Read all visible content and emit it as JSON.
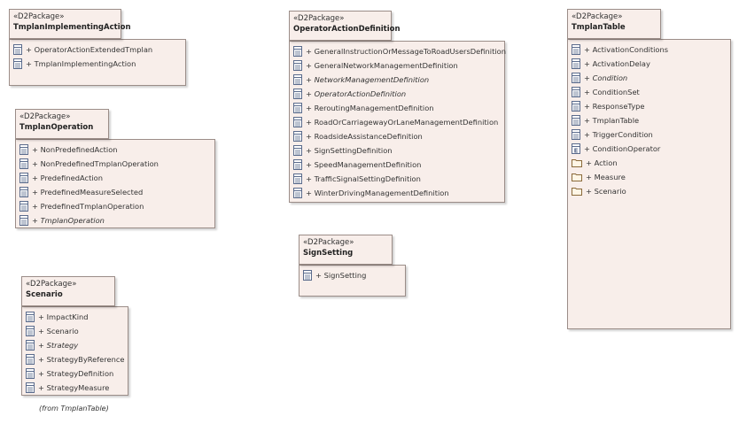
{
  "packages": [
    {
      "id": "tmplan-implementing-action",
      "stereotype": "«D2Package»",
      "name": "TmplanImplementingAction",
      "items": [
        {
          "label": "+ OperatorActionExtendedTmplan",
          "icon": "class-icon",
          "italic": false
        },
        {
          "label": "+ TmplanImplementingAction",
          "icon": "class-icon",
          "italic": false
        }
      ]
    },
    {
      "id": "tmplan-operation",
      "stereotype": "«D2Package»",
      "name": "TmplanOperation",
      "items": [
        {
          "label": "+ NonPredefinedAction",
          "icon": "class-icon",
          "italic": false
        },
        {
          "label": "+ NonPredefinedTmplanOperation",
          "icon": "class-icon",
          "italic": false
        },
        {
          "label": "+ PredefinedAction",
          "icon": "class-icon",
          "italic": false
        },
        {
          "label": "+ PredefinedMeasureSelected",
          "icon": "class-icon",
          "italic": false
        },
        {
          "label": "+ PredefinedTmplanOperation",
          "icon": "class-icon",
          "italic": false
        },
        {
          "label": "+ TmplanOperation",
          "icon": "class-icon",
          "italic": true
        }
      ]
    },
    {
      "id": "scenario",
      "stereotype": "«D2Package»",
      "name": "Scenario",
      "items": [
        {
          "label": "+ ImpactKind",
          "icon": "class-icon",
          "italic": false
        },
        {
          "label": "+ Scenario",
          "icon": "class-icon",
          "italic": false
        },
        {
          "label": "+ Strategy",
          "icon": "class-icon",
          "italic": true
        },
        {
          "label": "+ StrategyByReference",
          "icon": "class-icon",
          "italic": false
        },
        {
          "label": "+ StrategyDefinition",
          "icon": "class-icon",
          "italic": false
        },
        {
          "label": "+ StrategyMeasure",
          "icon": "class-icon",
          "italic": false
        }
      ],
      "note": "(from TmplanTable)"
    },
    {
      "id": "operator-action-definition",
      "stereotype": "«D2Package»",
      "name": "OperatorActionDefinition",
      "items": [
        {
          "label": "+ GeneralInstructionOrMessageToRoadUsersDefinition",
          "icon": "class-icon",
          "italic": false
        },
        {
          "label": "+ GeneralNetworkManagementDefinition",
          "icon": "class-icon",
          "italic": false
        },
        {
          "label": "+ NetworkManagementDefinition",
          "icon": "class-icon",
          "italic": true
        },
        {
          "label": "+ OperatorActionDefinition",
          "icon": "class-icon",
          "italic": true
        },
        {
          "label": "+ ReroutingManagementDefinition",
          "icon": "class-icon",
          "italic": false
        },
        {
          "label": "+ RoadOrCarriagewayOrLaneManagementDefinition",
          "icon": "class-icon",
          "italic": false
        },
        {
          "label": "+ RoadsideAssistanceDefinition",
          "icon": "class-icon",
          "italic": false
        },
        {
          "label": "+ SignSettingDefinition",
          "icon": "class-icon",
          "italic": false
        },
        {
          "label": "+ SpeedManagementDefinition",
          "icon": "class-icon",
          "italic": false
        },
        {
          "label": "+ TrafficSignalSettingDefinition",
          "icon": "class-icon",
          "italic": false
        },
        {
          "label": "+ WinterDrivingManagementDefinition",
          "icon": "class-icon",
          "italic": false
        }
      ]
    },
    {
      "id": "sign-setting",
      "stereotype": "«D2Package»",
      "name": "SignSetting",
      "items": [
        {
          "label": "+ SignSetting",
          "icon": "class-icon",
          "italic": false
        }
      ]
    },
    {
      "id": "tmplan-table",
      "stereotype": "«D2Package»",
      "name": "TmplanTable",
      "items": [
        {
          "label": "+ ActivationConditions",
          "icon": "class-icon",
          "italic": false
        },
        {
          "label": "+ ActivationDelay",
          "icon": "class-icon",
          "italic": false
        },
        {
          "label": "+ Condition",
          "icon": "class-icon",
          "italic": true
        },
        {
          "label": "+ ConditionSet",
          "icon": "class-icon",
          "italic": false
        },
        {
          "label": "+ ResponseType",
          "icon": "class-icon",
          "italic": false
        },
        {
          "label": "+ TmplanTable",
          "icon": "class-icon",
          "italic": false
        },
        {
          "label": "+ TriggerCondition",
          "icon": "class-icon",
          "italic": false
        },
        {
          "label": "+ ConditionOperator",
          "icon": "enumeration-icon",
          "italic": false
        },
        {
          "label": "+ Action",
          "icon": "package-icon",
          "italic": false
        },
        {
          "label": "+ Measure",
          "icon": "package-icon",
          "italic": false
        },
        {
          "label": "+ Scenario",
          "icon": "package-icon",
          "italic": false
        }
      ]
    }
  ],
  "colors": {
    "fill": "#f8eeea",
    "border": "#9b8d88",
    "icon_stroke": "#5a6b8c",
    "folder_stroke": "#8a6a3a"
  }
}
